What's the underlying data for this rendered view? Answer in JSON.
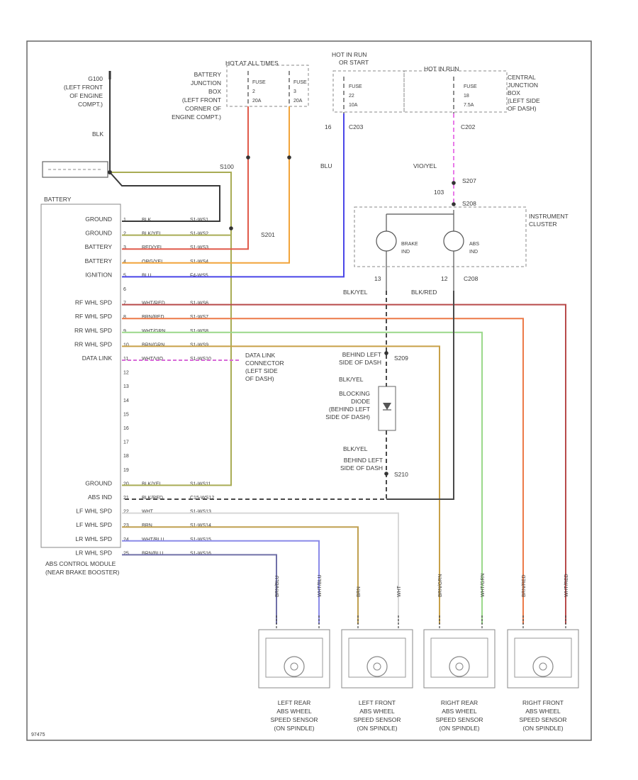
{
  "ground_g100": [
    "G100",
    "(LEFT FRONT",
    "OF ENGINE",
    "COMPT.)"
  ],
  "ground_g100_wire": "BLK",
  "battery": "BATTERY",
  "battery_junction_box": [
    "BATTERY",
    "JUNCTION",
    "BOX",
    "(LEFT FRONT",
    "CORNER OF",
    "ENGINE COMPT.)"
  ],
  "hot_at_all_times": "HOT AT ALL TIMES",
  "hot_in_run_start": [
    "HOT IN RUN",
    "OR START"
  ],
  "hot_in_run": "HOT IN RUN",
  "fuse_a": [
    "FUSE",
    "2",
    "20A"
  ],
  "fuse_b": [
    "FUSE",
    "3",
    "20A"
  ],
  "fuse_c": [
    "FUSE",
    "22",
    "10A"
  ],
  "fuse_d": [
    "FUSE",
    "18",
    "7.5A"
  ],
  "central_junction_box": [
    "CENTRAL",
    "JUNCTION",
    "BOX",
    "(LEFT SIDE",
    "OF DASH)"
  ],
  "c203_pin": "16",
  "c203": "C203",
  "c202": "C202",
  "s100": "S100",
  "blu": "BLU",
  "vio_yel": "VIO/YEL",
  "s207": "S207",
  "s207_pin": "103",
  "s208": "S208",
  "instrument_cluster": [
    "INSTRUMENT",
    "CLUSTER"
  ],
  "brake_ind": [
    "BRAKE",
    "IND"
  ],
  "abs_ind": [
    "ABS",
    "IND"
  ],
  "c_pin_13": "13",
  "c_pin_12": "12",
  "c208": "C208",
  "blk_yel_1": "BLK/YEL",
  "blk_red_1": "BLK/RED",
  "abs_module": "BATTERY",
  "module_pins": [
    "GROUND",
    "GROUND",
    "BATTERY",
    "BATTERY",
    "IGNITION",
    "",
    "RF WHL SPD",
    "RF WHL SPD",
    "RR WHL SPD",
    "RR WHL SPD",
    "DATA LINK",
    "",
    "",
    "",
    "",
    "",
    "",
    "",
    "",
    "GROUND",
    "ABS IND",
    "LF WHL SPD",
    "LF WHL SPD",
    "LR WHL SPD",
    "LR WHL SPD"
  ],
  "module_pin_numbers": [
    "1",
    "2",
    "3",
    "4",
    "5",
    "6",
    "7",
    "8",
    "9",
    "10",
    "11",
    "12",
    "13",
    "14",
    "15",
    "16",
    "17",
    "18",
    "19",
    "20",
    "21",
    "22",
    "23",
    "24",
    "25"
  ],
  "wire_labels": [
    {
      "color": "BLK",
      "code": "S1-WS1"
    },
    {
      "color": "BLK/YEL",
      "code": "S1-WS2"
    },
    {
      "color": "RED/YEL",
      "code": "S1-WS3"
    },
    {
      "color": "ORG/YEL",
      "code": "S1-WS4"
    },
    {
      "color": "BLU",
      "code": "F4-WS5"
    },
    {
      "color": "WHT/RED",
      "code": "S1-WS6"
    },
    {
      "color": "BRN/RED",
      "code": "S1-WS7"
    },
    {
      "color": "WHT/GRN",
      "code": "S1-WS8"
    },
    {
      "color": "BRN/GRN",
      "code": "S1-WS9"
    },
    {
      "color": "WHT/VIO",
      "code": "S1-WS10"
    },
    {
      "color": "BLK/YEL",
      "code": "S1-WS11"
    },
    {
      "color": "BLK/RED",
      "code": "C15-WS12"
    },
    {
      "color": "WHT",
      "code": "S1-WS13"
    },
    {
      "color": "BRN",
      "code": "S1-WS14"
    },
    {
      "color": "WHT/BLU",
      "code": "S1-WS15"
    },
    {
      "color": "BRN/BLU",
      "code": "S1-WS16"
    }
  ],
  "s201": "S201",
  "data_link_connector": [
    "DATA LINK",
    "CONNECTOR",
    "(LEFT SIDE",
    "OF DASH)"
  ],
  "s209_text": [
    "BEHIND LEFT",
    "SIDE OF DASH"
  ],
  "s209": "S209",
  "blk_yel_2": "BLK/YEL",
  "blocking_diode": [
    "BLOCKING",
    "DIODE",
    "(BEHIND LEFT",
    "SIDE OF DASH)"
  ],
  "blk_yel_3": "BLK/YEL",
  "s210_text": [
    "BEHIND LEFT",
    "SIDE OF DASH"
  ],
  "s210": "S210",
  "module_caption": [
    "ABS CONTROL MODULE",
    "(NEAR BRAKE BOOSTER)"
  ],
  "sensor_wires": [
    "BRN/BLU",
    "WHT/BLU",
    "BRN",
    "WHT",
    "BRN/GRN",
    "WHT/GRN",
    "BRN/RED",
    "WHT/RED"
  ],
  "sensors": [
    [
      "LEFT REAR",
      "ABS WHEEL",
      "SPEED SENSOR",
      "(ON SPINDLE)"
    ],
    [
      "LEFT FRONT",
      "ABS WHEEL",
      "SPEED SENSOR",
      "(ON SPINDLE)"
    ],
    [
      "RIGHT REAR",
      "ABS WHEEL",
      "SPEED SENSOR",
      "(ON SPINDLE)"
    ],
    [
      "RIGHT FRONT",
      "ABS WHEEL",
      "SPEED SENSOR",
      "(ON SPINDLE)"
    ]
  ],
  "figure_id": "97475",
  "colors": {
    "blk": "#3a3a3a",
    "blk_yel": "#a9ac55",
    "red": "#e05a4a",
    "org": "#f2a43a",
    "blu": "#4a46e8",
    "wht_red": "#b84a4a",
    "brn_red": "#ec7a48",
    "wht_grn": "#9ad88a",
    "brn_grn": "#c8a048",
    "vio": "#d86ad8",
    "blk_red": "#4a4a4a",
    "wht": "#d8d8d8",
    "brn": "#c0a050",
    "wht_blu": "#8a8ae8",
    "brn_blu": "#7070a8",
    "pink": "#e87ae8"
  }
}
